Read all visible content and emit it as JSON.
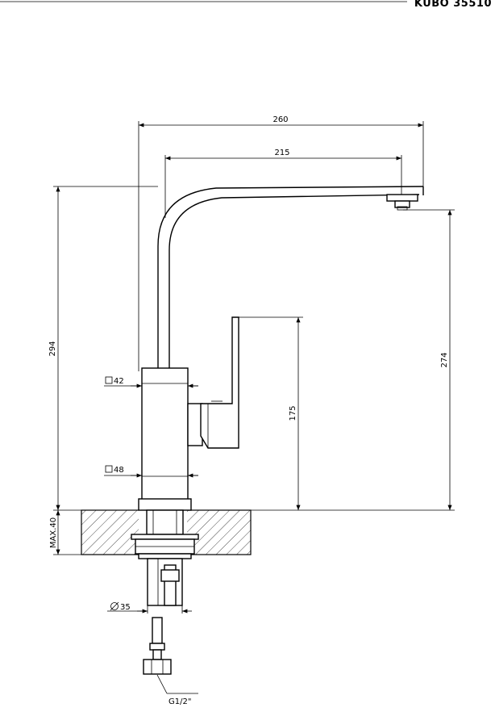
{
  "title": "KUBO 35510",
  "dimensions": {
    "total_reach": "260",
    "spout_reach": "215",
    "total_height": "294",
    "outlet_height": "274",
    "lever_height": "175",
    "body_square_upper": "42",
    "body_square_lower": "48",
    "max_deck_thickness": "MAX.40",
    "shank_diameter": "35",
    "connection_thread": "G1/2\""
  }
}
